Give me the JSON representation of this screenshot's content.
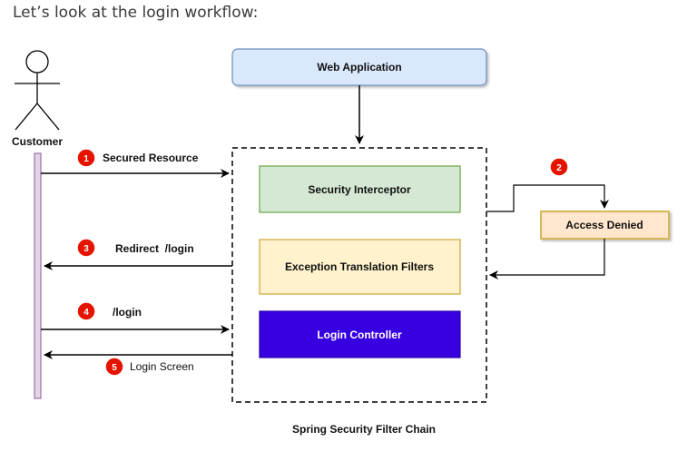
{
  "intro_text": "Let’s look at the login workflow:",
  "actor": {
    "label": "Customer"
  },
  "boxes": {
    "web_app": "Web Application",
    "security_interceptor": "Security Interceptor",
    "exception_translation": "Exception Translation Filters",
    "login_controller": "Login Controller",
    "access_denied": "Access Denied"
  },
  "filter_chain_label": "Spring Security Filter Chain",
  "steps": [
    {
      "number": "1",
      "label": "Secured Resource"
    },
    {
      "number": "2",
      "label": ""
    },
    {
      "number": "3",
      "label": "Redirect  /login"
    },
    {
      "number": "4",
      "label": "/login"
    },
    {
      "number": "5",
      "label": "Login Screen"
    }
  ],
  "colors": {
    "web_app_fill": "#dae8fc",
    "web_app_stroke": "#6c8ebf",
    "interceptor_fill": "#d5e8d4",
    "interceptor_stroke": "#82b366",
    "exception_fill": "#fff2cc",
    "exception_stroke": "#d6b656",
    "login_fill": "#3700e0",
    "access_denied_fill": "#ffe6cc",
    "access_denied_stroke": "#d79b00",
    "badge": "#e51400",
    "lifeline_fill": "#e1d5e7",
    "lifeline_stroke": "#9673a6"
  }
}
